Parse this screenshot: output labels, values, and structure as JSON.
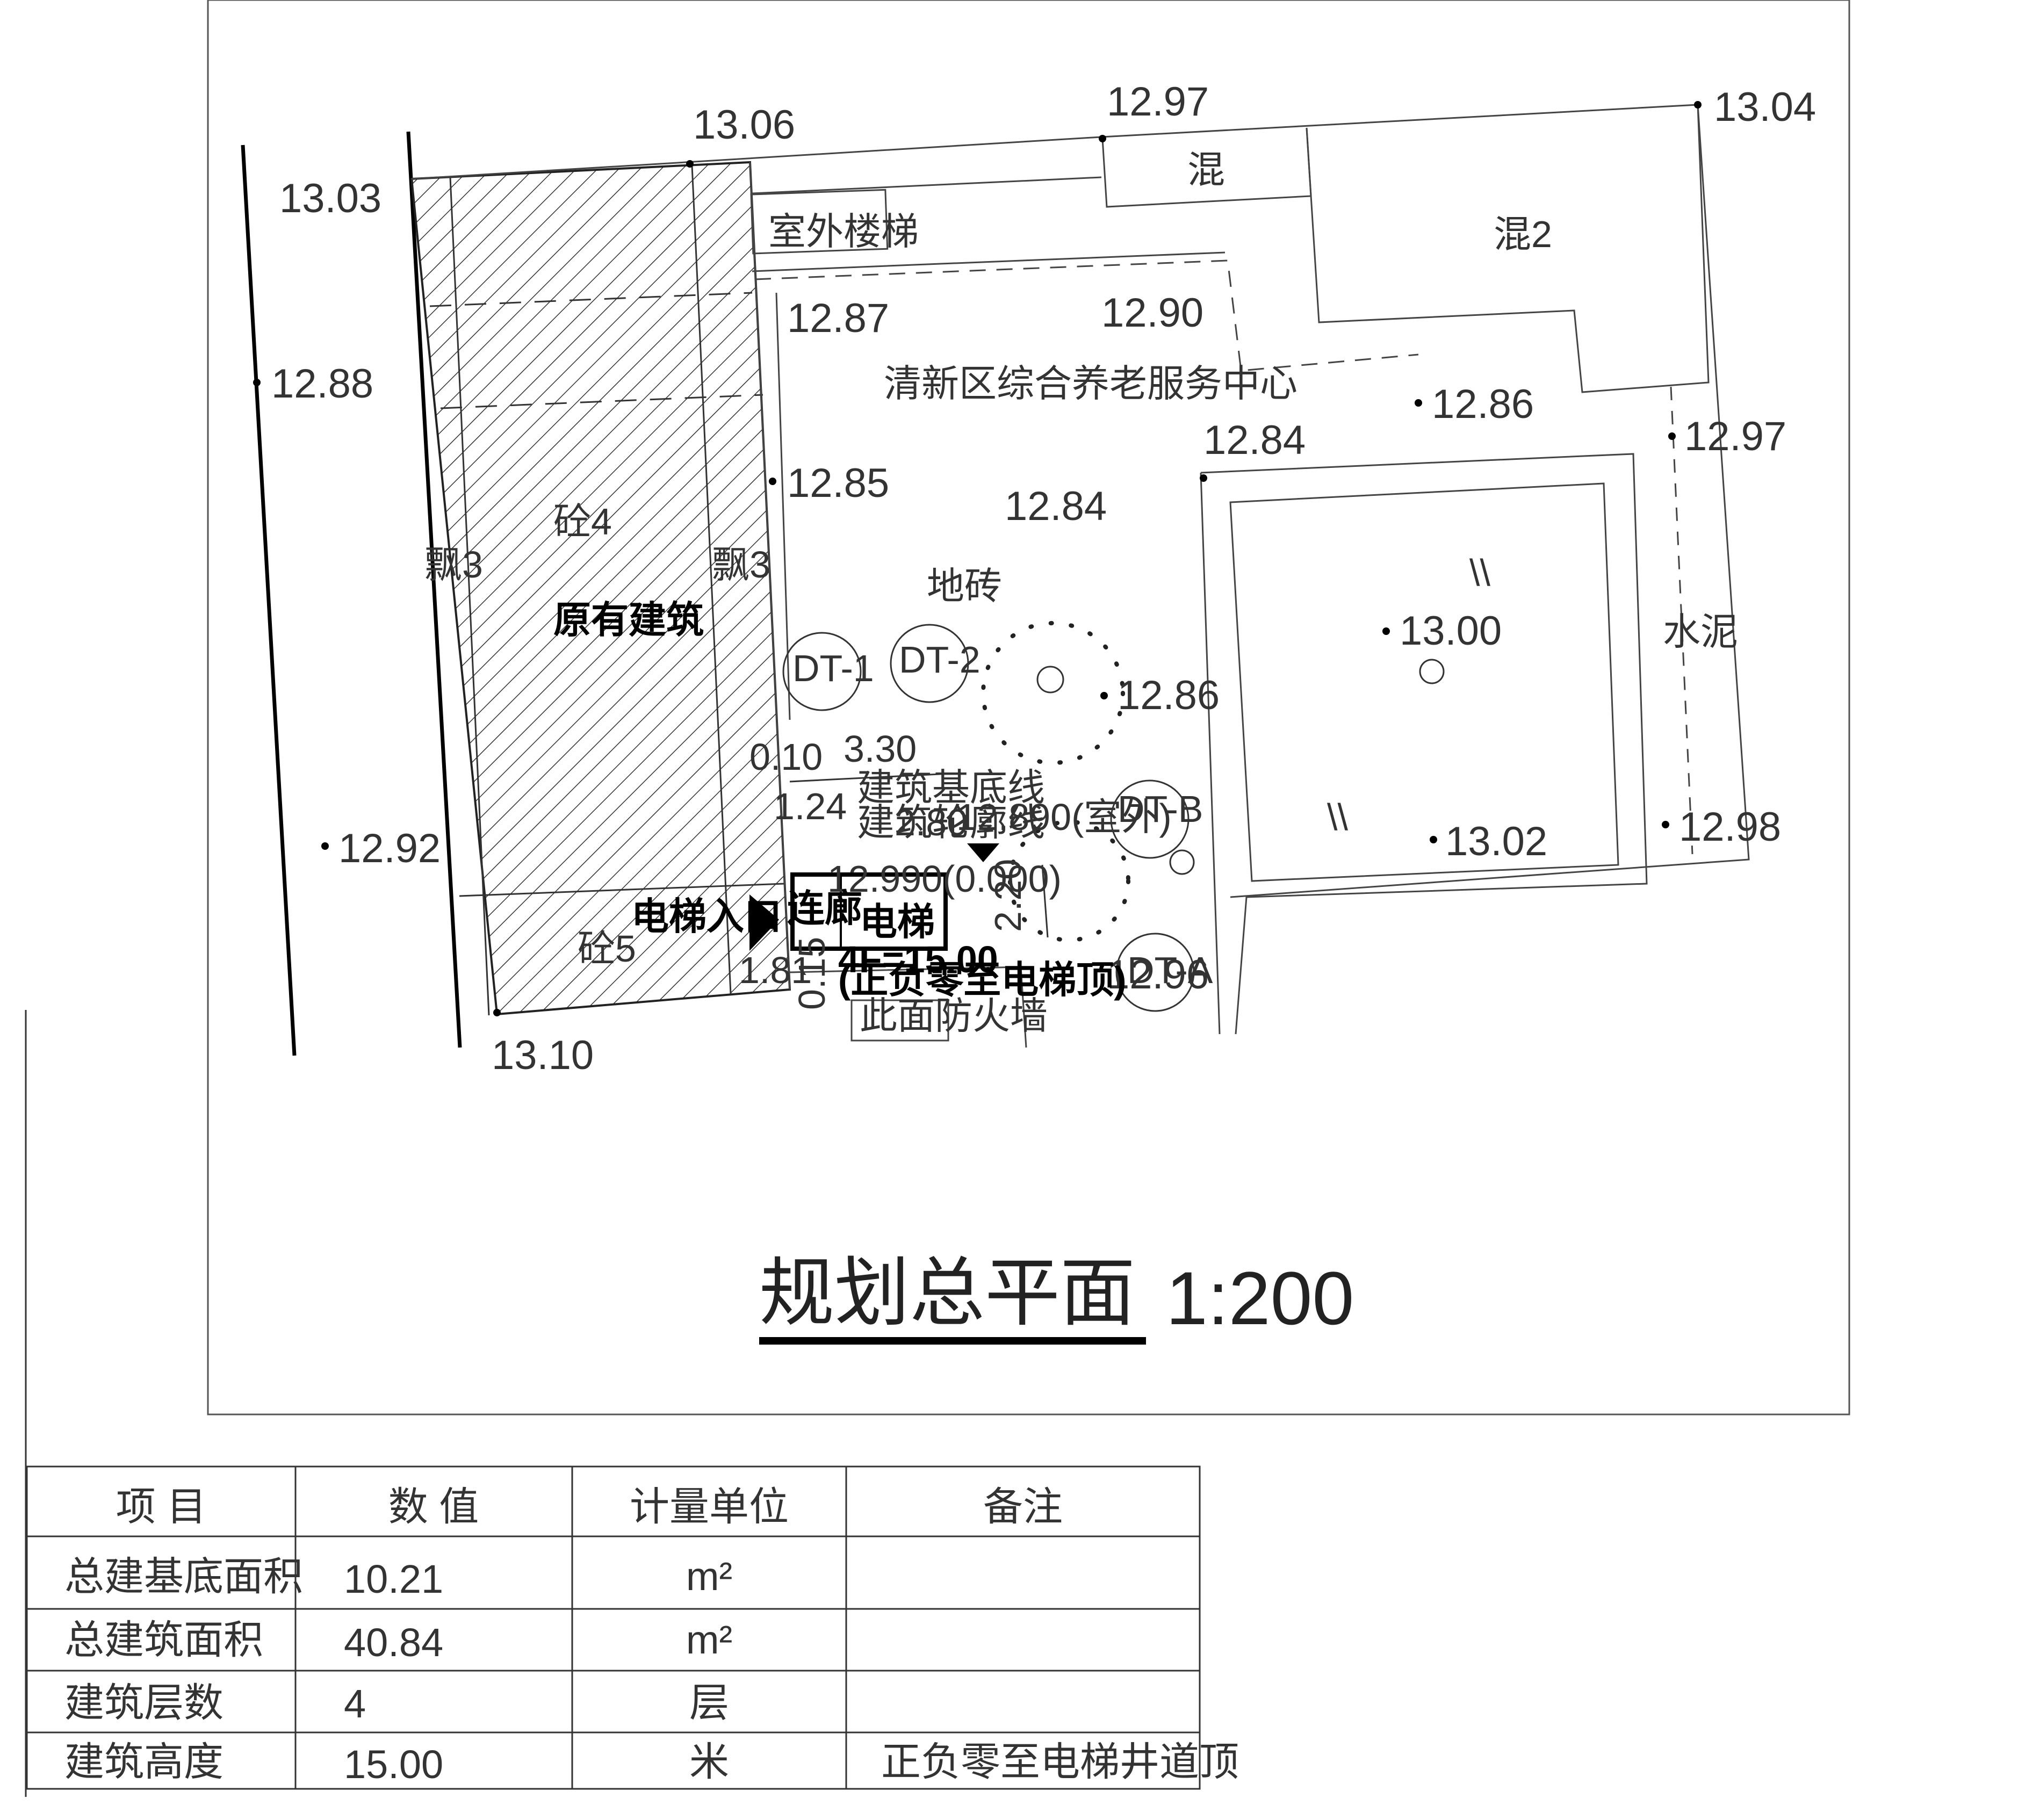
{
  "plan": {
    "elevations": {
      "e1306": "13.06",
      "e1297_top": "12.97",
      "e1304": "13.04",
      "e1303": "13.03",
      "e1287": "12.87",
      "e1290": "12.90",
      "e1288": "12.88",
      "e1286_top": "12.86",
      "e1297_right": "12.97",
      "e1284_mid": "12.84",
      "e1285": "12.85",
      "e1284_center": "12.84",
      "e1300": "13.00",
      "e1286_circle": "12.86",
      "e1292": "12.92",
      "e1302": "13.02",
      "e1298": "12.98",
      "e1296": "12.96",
      "e1310": "13.10"
    },
    "labels": {
      "hun": "混",
      "hun2": "混2",
      "outdoor_stair": "室外楼梯",
      "center_name": "清新区综合养老服务中心",
      "piao3_left": "飘3",
      "tong4": "砼4",
      "piao3_right": "飘3",
      "existing_building": "原有建筑",
      "dizhuan": "地砖",
      "shuini": "水泥",
      "tong5": "砼5",
      "dt1": "DT-1",
      "dt2": "DT-2",
      "dtb": "DT-B",
      "dta": "DT-A",
      "dim_010": "0.10",
      "dim_330": "3.30",
      "dim_124": "1.24",
      "dim_280": "2.80",
      "dim_220": "2.20",
      "dim_181": "1.81",
      "dim_015": "0.15",
      "base_line": "建筑基底线",
      "outline_line": "建筑轮廓线",
      "outdoor_elev": "12.890(室外)",
      "indoor_elev": "12.990(0.000)",
      "elevator_entrance": "电梯入口",
      "corridor": "连廊",
      "elevator": "电梯",
      "floor_height": "4F=15.00",
      "floor_height_note": "(正负零至电梯顶)",
      "firewall": "此面防火墙",
      "ll1": "\\\\",
      "ll2": "\\\\"
    },
    "title": "规划总平面",
    "scale": "1:200"
  },
  "table": {
    "headers": [
      "项  目",
      "数  值",
      "计量单位",
      "备注"
    ],
    "rows": [
      [
        "总建基底面积",
        "10.21",
        "m²",
        ""
      ],
      [
        "总建筑面积",
        "40.84",
        "m²",
        ""
      ],
      [
        "建筑层数",
        "4",
        "层",
        ""
      ],
      [
        "建筑高度",
        "15.00",
        "米",
        "正负零至电梯井道顶"
      ]
    ]
  }
}
